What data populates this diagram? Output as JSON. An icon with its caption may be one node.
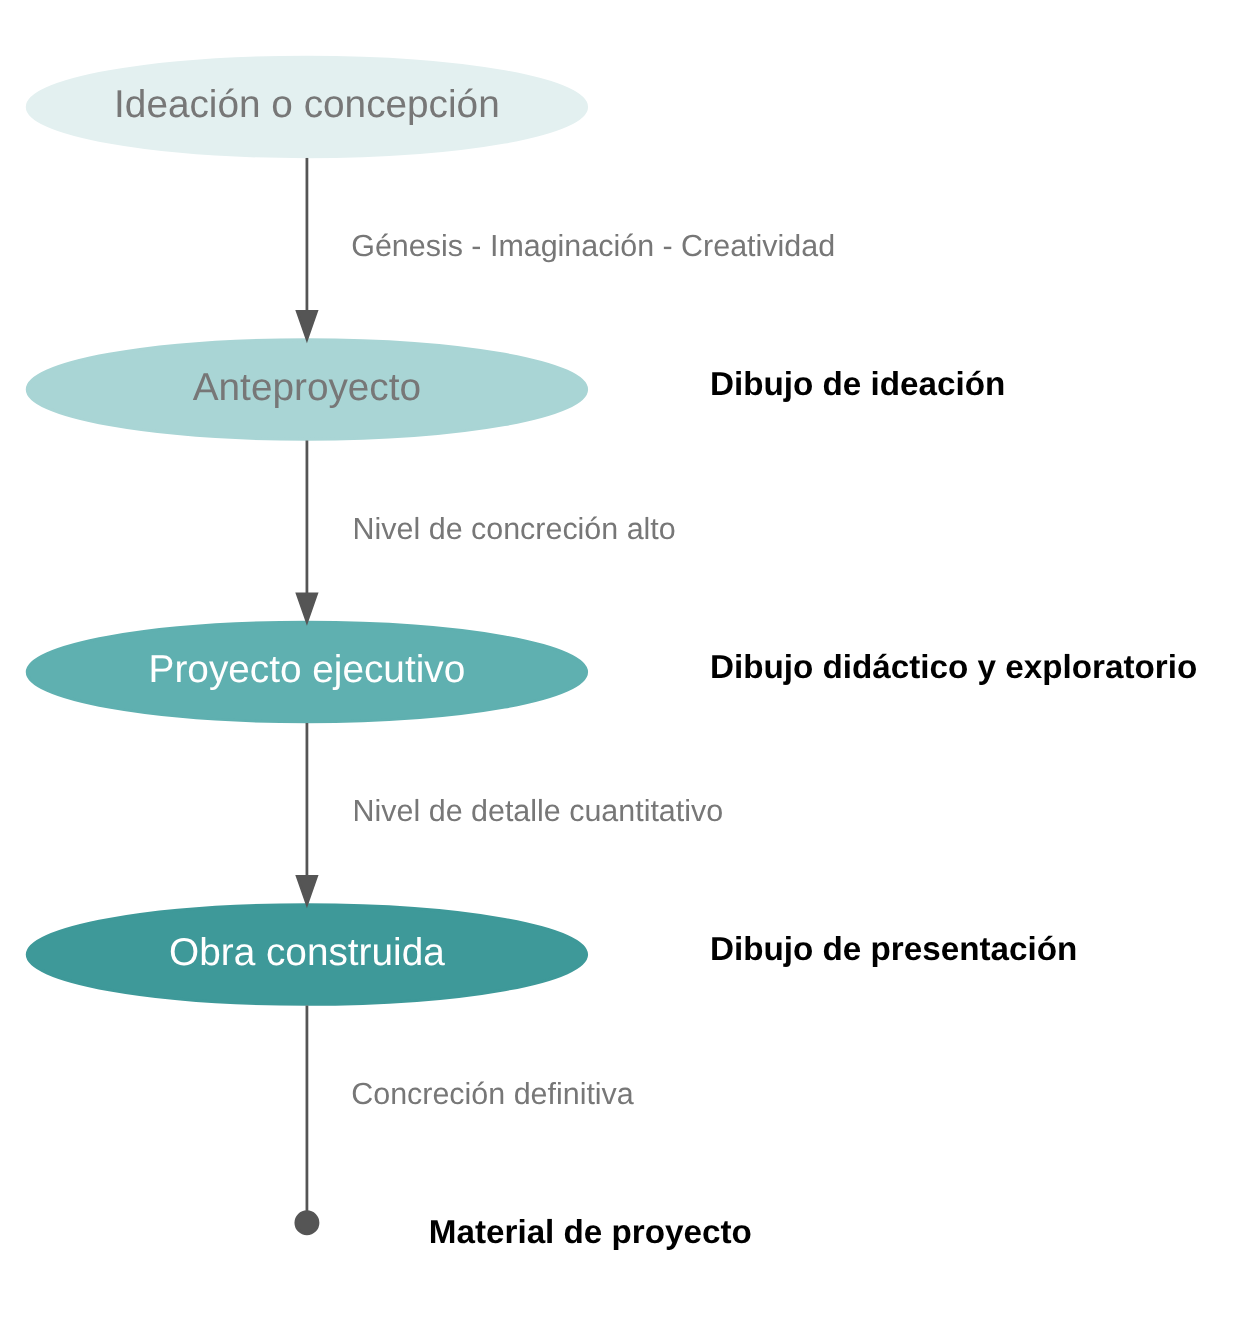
{
  "diagram": {
    "nodes": [
      {
        "text": [
          "Ideación o concepción"
        ]
      },
      {
        "text": [
          "Anteproyecto"
        ]
      },
      {
        "text": [
          "Proyecto ejecutivo"
        ]
      },
      {
        "text": [
          "Obra construida"
        ]
      }
    ],
    "edges": [
      {
        "from": 0,
        "to": 1,
        "arrow": "to",
        "label": "Génesis - Imaginación - Creatividad"
      },
      {
        "from": 1,
        "to": 2,
        "arrow": "to",
        "label": "Nivel de concreción alto"
      },
      {
        "from": 2,
        "to": 3,
        "arrow": "to",
        "label": "Nivel de detalle cuantitativo"
      },
      {
        "from": 3,
        "to": null,
        "arrow": "other",
        "label": "Concreción definitiva"
      }
    ],
    "labels": [
      "Dibujo de ideación",
      "Dibujo didáctico y exploratorio",
      "Dibujo de presentación",
      "Material de proyecto"
    ]
  }
}
